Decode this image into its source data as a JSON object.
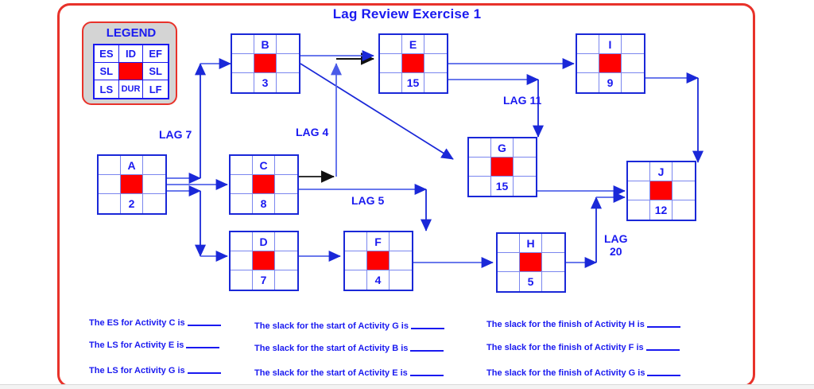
{
  "title": "Lag Review Exercise 1",
  "legend": {
    "title": "LEGEND",
    "cells": [
      "ES",
      "ID",
      "EF",
      "SL",
      "",
      "SL",
      "LS",
      "DUR",
      "LF"
    ]
  },
  "nodes": [
    {
      "id": "A",
      "duration": "2"
    },
    {
      "id": "B",
      "duration": "3"
    },
    {
      "id": "C",
      "duration": "8"
    },
    {
      "id": "D",
      "duration": "7"
    },
    {
      "id": "E",
      "duration": "15"
    },
    {
      "id": "F",
      "duration": "4"
    },
    {
      "id": "G",
      "duration": "15"
    },
    {
      "id": "H",
      "duration": "5"
    },
    {
      "id": "I",
      "duration": "9"
    },
    {
      "id": "J",
      "duration": "12"
    }
  ],
  "lags": [
    {
      "name": "lag-7",
      "text": "LAG  7"
    },
    {
      "name": "lag-4",
      "text": "LAG  4"
    },
    {
      "name": "lag-11",
      "text": "LAG 11"
    },
    {
      "name": "lag-5",
      "text": "LAG 5"
    },
    {
      "name": "lag-20",
      "line1": "LAG",
      "line2": "20"
    }
  ],
  "questions": {
    "column1": [
      "The  ES for Activity C is",
      "The  LS for Activity E is",
      "The  LS for Activity G is"
    ],
    "column2": [
      "The slack for the start of Activity G is",
      "The slack for the start of Activity B is",
      "The slack for the start of Activity E is"
    ],
    "column3": [
      "The slack for the finish of Activity  H  is",
      "The slack for the finish of Activity  F  is",
      "The slack for the finish of Activity  G  is"
    ]
  },
  "colors": {
    "frame_red": "#e8322a",
    "node_blue": "#1a28d8",
    "text_blue": "#1a1af0",
    "cell_red": "#ff0000",
    "grid_blue": "#7a86ef",
    "legend_bg": "#d4d4d4"
  }
}
